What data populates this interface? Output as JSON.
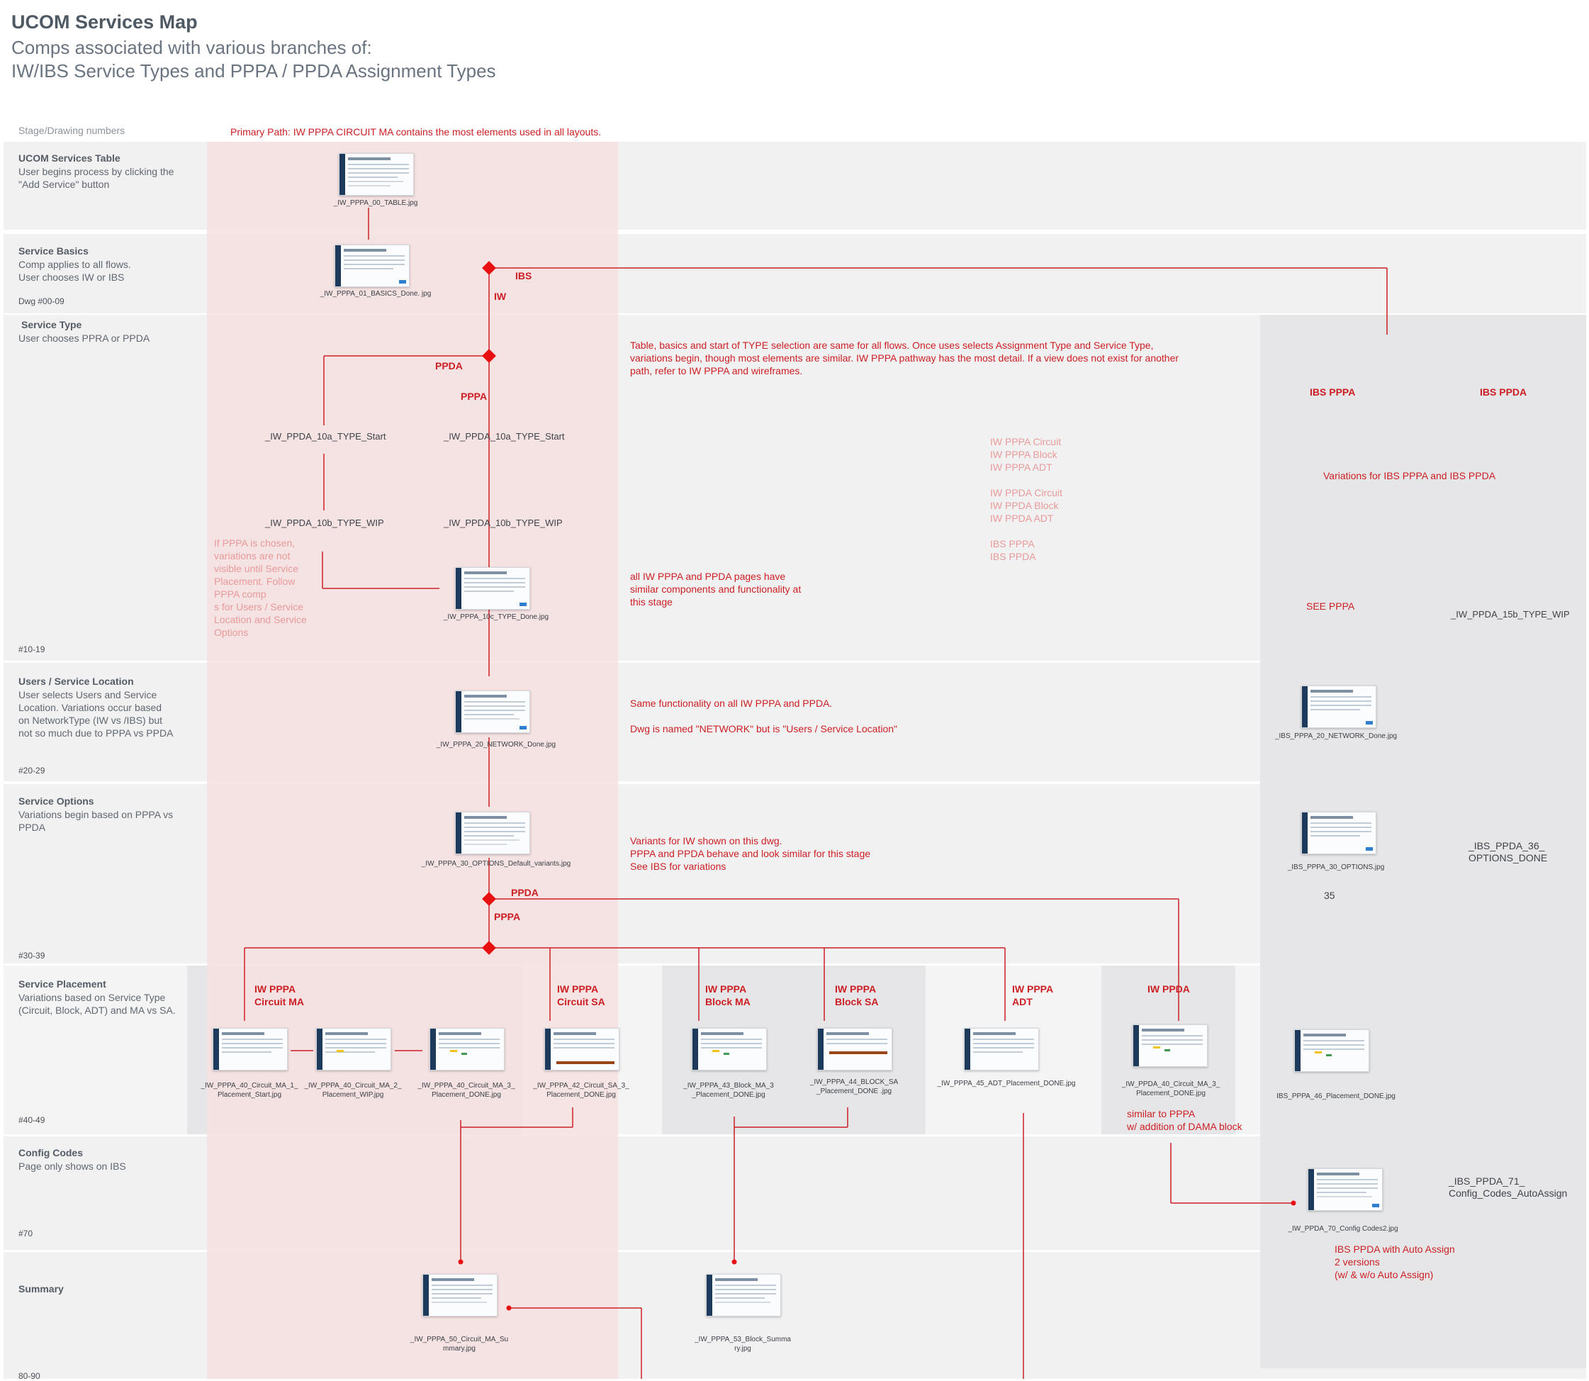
{
  "header": {
    "title": "UCOM Services Map",
    "subtitle_1": "Comps associated with various branches of:",
    "subtitle_2": "IW/IBS Service Types and PPPA / PPDA Assignment Types"
  },
  "stage_header": "Stage/Drawing numbers",
  "primary_path_note": "Primary Path: IW PPPA CIRCUIT MA contains the most elements used in all layouts.",
  "stages": {
    "table": {
      "title": "UCOM Services Table",
      "desc": "User begins process by clicking the\n\"Add Service\" button",
      "dwg": ""
    },
    "basics": {
      "title": "Service Basics",
      "desc": "Comp applies to all flows.\nUser chooses IW or IBS",
      "dwg": "Dwg #00-09"
    },
    "type": {
      "title": "Service Type",
      "desc": "User chooses PPRA or PPDA",
      "dwg": "#10-19"
    },
    "users": {
      "title": "Users / Service Location",
      "desc": "User selects Users and Service\nLocation. Variations occur based\non NetworkType (IW vs /IBS) but\nnot so much due to PPPA vs PPDA",
      "dwg": "#20-29"
    },
    "options": {
      "title": "Service Options",
      "desc": "Variations begin based on PPPA vs\nPPDA",
      "dwg": "#30-39"
    },
    "placement": {
      "title": "Service Placement",
      "desc": "Variations based on Service Type\n(Circuit, Block, ADT) and MA vs SA.",
      "dwg": "#40-49"
    },
    "config": {
      "title": "Config Codes",
      "desc": "Page only shows on IBS",
      "dwg": "#70"
    },
    "summary": {
      "title": "Summary",
      "desc": "",
      "dwg": "80-90"
    }
  },
  "thumbs": {
    "t00": "_IW_PPPA_00_TABLE.jpg",
    "t01": "_IW_PPPA_01_BASICS_Done. jpg",
    "t10c": "_IW_PPPA_10c_TYPE_Done.jpg",
    "t20": "_IW_PPPA_20_NETWORK_Done.jpg",
    "t30": "_IW_PPPA_30_OPTIONS_Default_variants.jpg",
    "t40a": "_IW_PPPA_40_Circuit_MA_1_\nPlacement_Start.jpg",
    "t40b": "_IW_PPPA_40_Circuit_MA_2_\nPlacement_WIP.jpg",
    "t40c": "_IW_PPPA_40_Circuit_MA_3_\nPlacement_DONE.jpg",
    "t42": "_IW_PPPA_42_Circuit_SA_3_\nPlacement_DONE.jpg",
    "t43": "_IW_PPPA_43_Block_MA_3\n_Placement_DONE.jpg",
    "t44": "_IW_PPPA_44_BLOCK_SA\n_Placement_DONE .jpg",
    "t45": "_IW_PPPA_45_ADT_Placement_DONE.jpg",
    "tppda40": "_IW_PPDA_40_Circuit_MA_3_\nPlacement_DONE.jpg",
    "tibs20": "_IBS_PPPA_20_NETWORK_Done.jpg",
    "tibs30": "_IBS_PPPA_30_OPTIONS.jpg",
    "tibs46": "IBS_PPPA_46_Placement_DONE.jpg",
    "tibs70": "_IW_PPDA_70_Config Codes2.jpg",
    "t50": "_IW_PPPA_50_Circuit_MA_Su\nmmary.jpg",
    "t53": "_IW_PPPA_53_Block_Summa\nry.jpg"
  },
  "type_labels": {
    "ppda_10a": "_IW_PPDA_10a_TYPE_Start",
    "pppa_10a": "_IW_PPDA_10a_TYPE_Start",
    "ppda_10b": "_IW_PPDA_10b_TYPE_WIP",
    "pppa_10b": "_IW_PPDA_10b_TYPE_WIP",
    "ibs_15b": "_IW_PPDA_15b_TYPE_WIP"
  },
  "branch_labels": {
    "ibs": "IBS",
    "iw": "IW",
    "ppda": "PPDA",
    "pppa": "PPPA",
    "ppda2": "PPDA",
    "pppa2": "PPPA",
    "ibs_pppa": "IBS PPPA",
    "ibs_ppda": "IBS PPDA",
    "circuit_ma": "IW PPPA\nCircuit MA",
    "circuit_sa": "IW PPPA\nCircuit SA",
    "block_ma": "IW PPPA\nBlock MA",
    "block_sa": "IW PPPA\nBlock SA",
    "adt": "IW PPPA\nADT",
    "iw_ppda": "IW PPDA"
  },
  "notes": {
    "type_note": "Table, basics and start of TYPE selection are same for all flows. Once uses selects Assignment Type and Service Type,\nvariations begin, though most elements are similar. IW PPPA pathway has the most detail. If a view does not exist for another\npath, refer to IW PPPA and wireframes.",
    "pppa_chosen": "If PPPA is chosen,\nvariations are not\nvisible until Service\nPlacement. Follow\nPPPA comp\ns for Users / Service\nLocation and Service\nOptions",
    "variants_list_1": "IW PPPA Circuit\nIW PPPA Block\nIW PPPA ADT",
    "variants_list_2": "IW PPDA Circuit\nIW PPDA Block\nIW PPDA ADT",
    "variants_list_3": "IBS PPPA\nIBS PPDA",
    "ibs_variations": "Variations for IBS PPPA and IBS PPDA",
    "all_iw": "all IW PPPA and PPDA pages have\nsimilar components and functionality at\nthis stage",
    "see_pppa": "SEE PPPA",
    "same_func": "Same functionality on all IW PPPA and PPDA.",
    "dwg_named": "Dwg is named \"NETWORK\" but is \"Users / Service Location\"",
    "variants_iw": "Variants for IW shown on this dwg.\nPPPA and PPDA behave and look similar for this stage\nSee IBS  for variations",
    "ibs_36": "_IBS_PPDA_36_\nOPTIONS_DONE",
    "num_35": "35",
    "similar_pppa": "similar to PPPA\nw/ addition of DAMA block",
    "ibs_71": "_IBS_PPDA_71_\nConfig_Codes_AutoAssign",
    "ibs_autoassign": "IBS PPDA with Auto Assign\n2 versions\n(w/ & w/o Auto Assign)"
  },
  "colors": {
    "accent_red": "#cc1f24",
    "primary_path_fill": "#f2e2e3",
    "band_gray": "#f1f1f2",
    "ibs_column": "#e6e6e8"
  }
}
